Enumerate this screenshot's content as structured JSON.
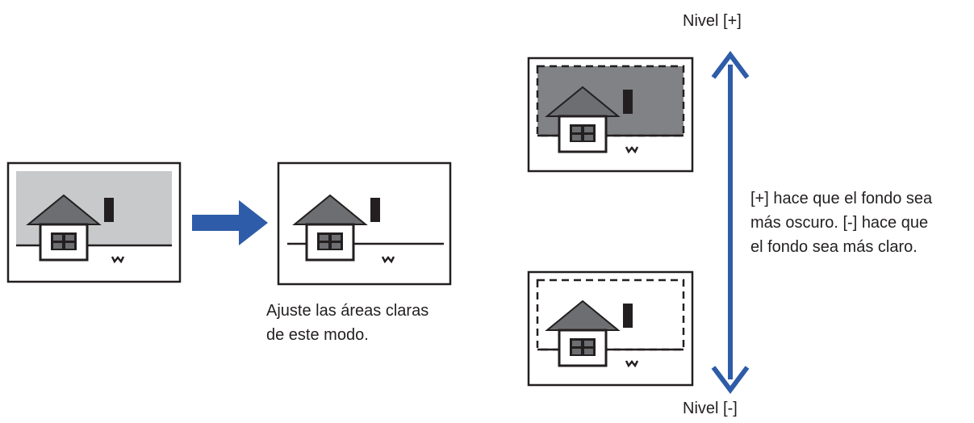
{
  "caption": {
    "line1": "Ajuste las áreas claras",
    "line2": "de este modo."
  },
  "levels": {
    "plus": "Nivel [+]",
    "minus": "Nivel [-]"
  },
  "description": {
    "line1": "[+] hace que el fondo sea",
    "line2": "más oscuro. [-] hace que",
    "line3": "el fondo sea más claro."
  },
  "colors": {
    "arrow": "#2e5ca8",
    "house_roof": "#6d6e71",
    "light_background": "#c8c9ca",
    "dark_background": "#808285",
    "frame": "#231f20"
  }
}
